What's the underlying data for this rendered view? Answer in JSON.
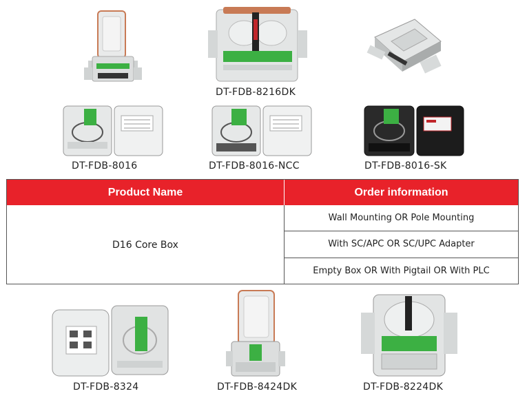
{
  "products_top": [
    {
      "id": "p1",
      "caption": ""
    },
    {
      "id": "p2",
      "caption": "DT-FDB-8216DK"
    },
    {
      "id": "p3",
      "caption": ""
    }
  ],
  "products_mid": [
    {
      "id": "p4",
      "caption": "DT-FDB-8016"
    },
    {
      "id": "p5",
      "caption": "DT-FDB-8016-NCC"
    },
    {
      "id": "p6",
      "caption": "DT-FDB-8016-SK"
    }
  ],
  "table": {
    "header_name": "Product Name",
    "header_order": "Order information",
    "product_name": "D16 Core Box",
    "options": [
      "Wall Mounting  OR  Pole Mounting",
      "With SC/APC  OR  SC/UPC Adapter",
      "Empty Box  OR  With Pigtail  OR  With PLC"
    ]
  },
  "products_bottom": [
    {
      "id": "p7",
      "caption": "DT-FDB-8324"
    },
    {
      "id": "p8",
      "caption": "DT-FDB-8424DK"
    },
    {
      "id": "p9",
      "caption": "DT-FDB-8224DK"
    }
  ],
  "colors": {
    "header_red": "#e8222a",
    "adapter_green": "#3cb043",
    "box_grey": "#d9dcdc",
    "lid_orange": "#c87a55"
  }
}
